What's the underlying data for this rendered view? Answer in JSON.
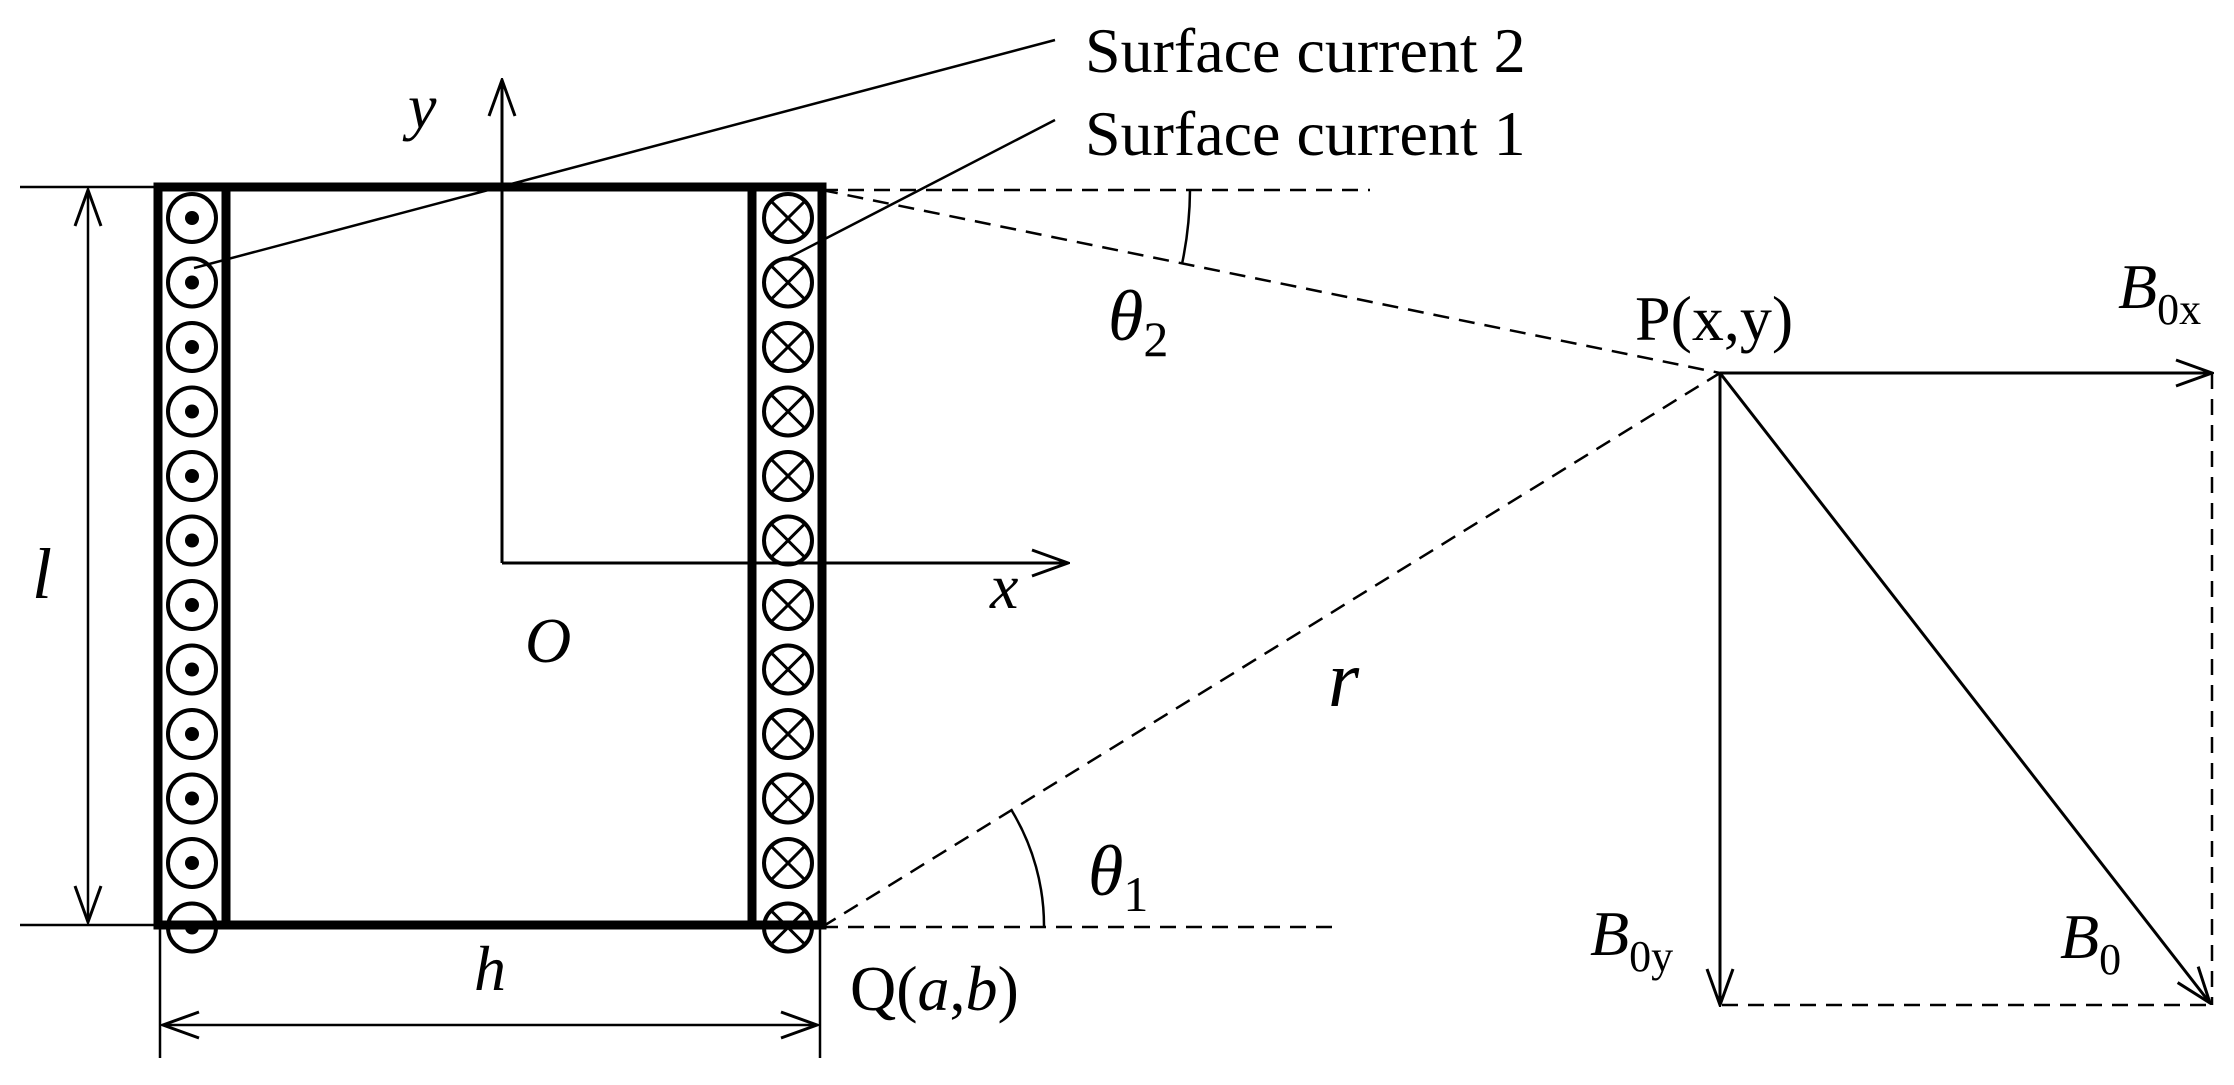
{
  "labels": {
    "surface_current_2": "Surface current 2",
    "surface_current_1": "Surface current 1",
    "y_axis": "y",
    "x_axis": "x",
    "origin": "O",
    "length": "l",
    "width": "h",
    "theta2_sym": "θ",
    "theta2_sub": "2",
    "theta1_sym": "θ",
    "theta1_sub": "1",
    "distance": "r",
    "point_p": "P(x,y)",
    "point_q_prefix": "Q(",
    "point_q_a": "a",
    "point_q_comma": ",",
    "point_q_b": "b",
    "point_q_suffix": ")",
    "b0x_sym": "B",
    "b0x_sub": "0x",
    "b0y_sym": "B",
    "b0y_sub": "0y",
    "b0_sym": "B",
    "b0_sub": "0"
  },
  "current_symbols": {
    "left_column": "dot-out-of-page",
    "right_column": "cross-into-page",
    "count_per_column": 12
  }
}
